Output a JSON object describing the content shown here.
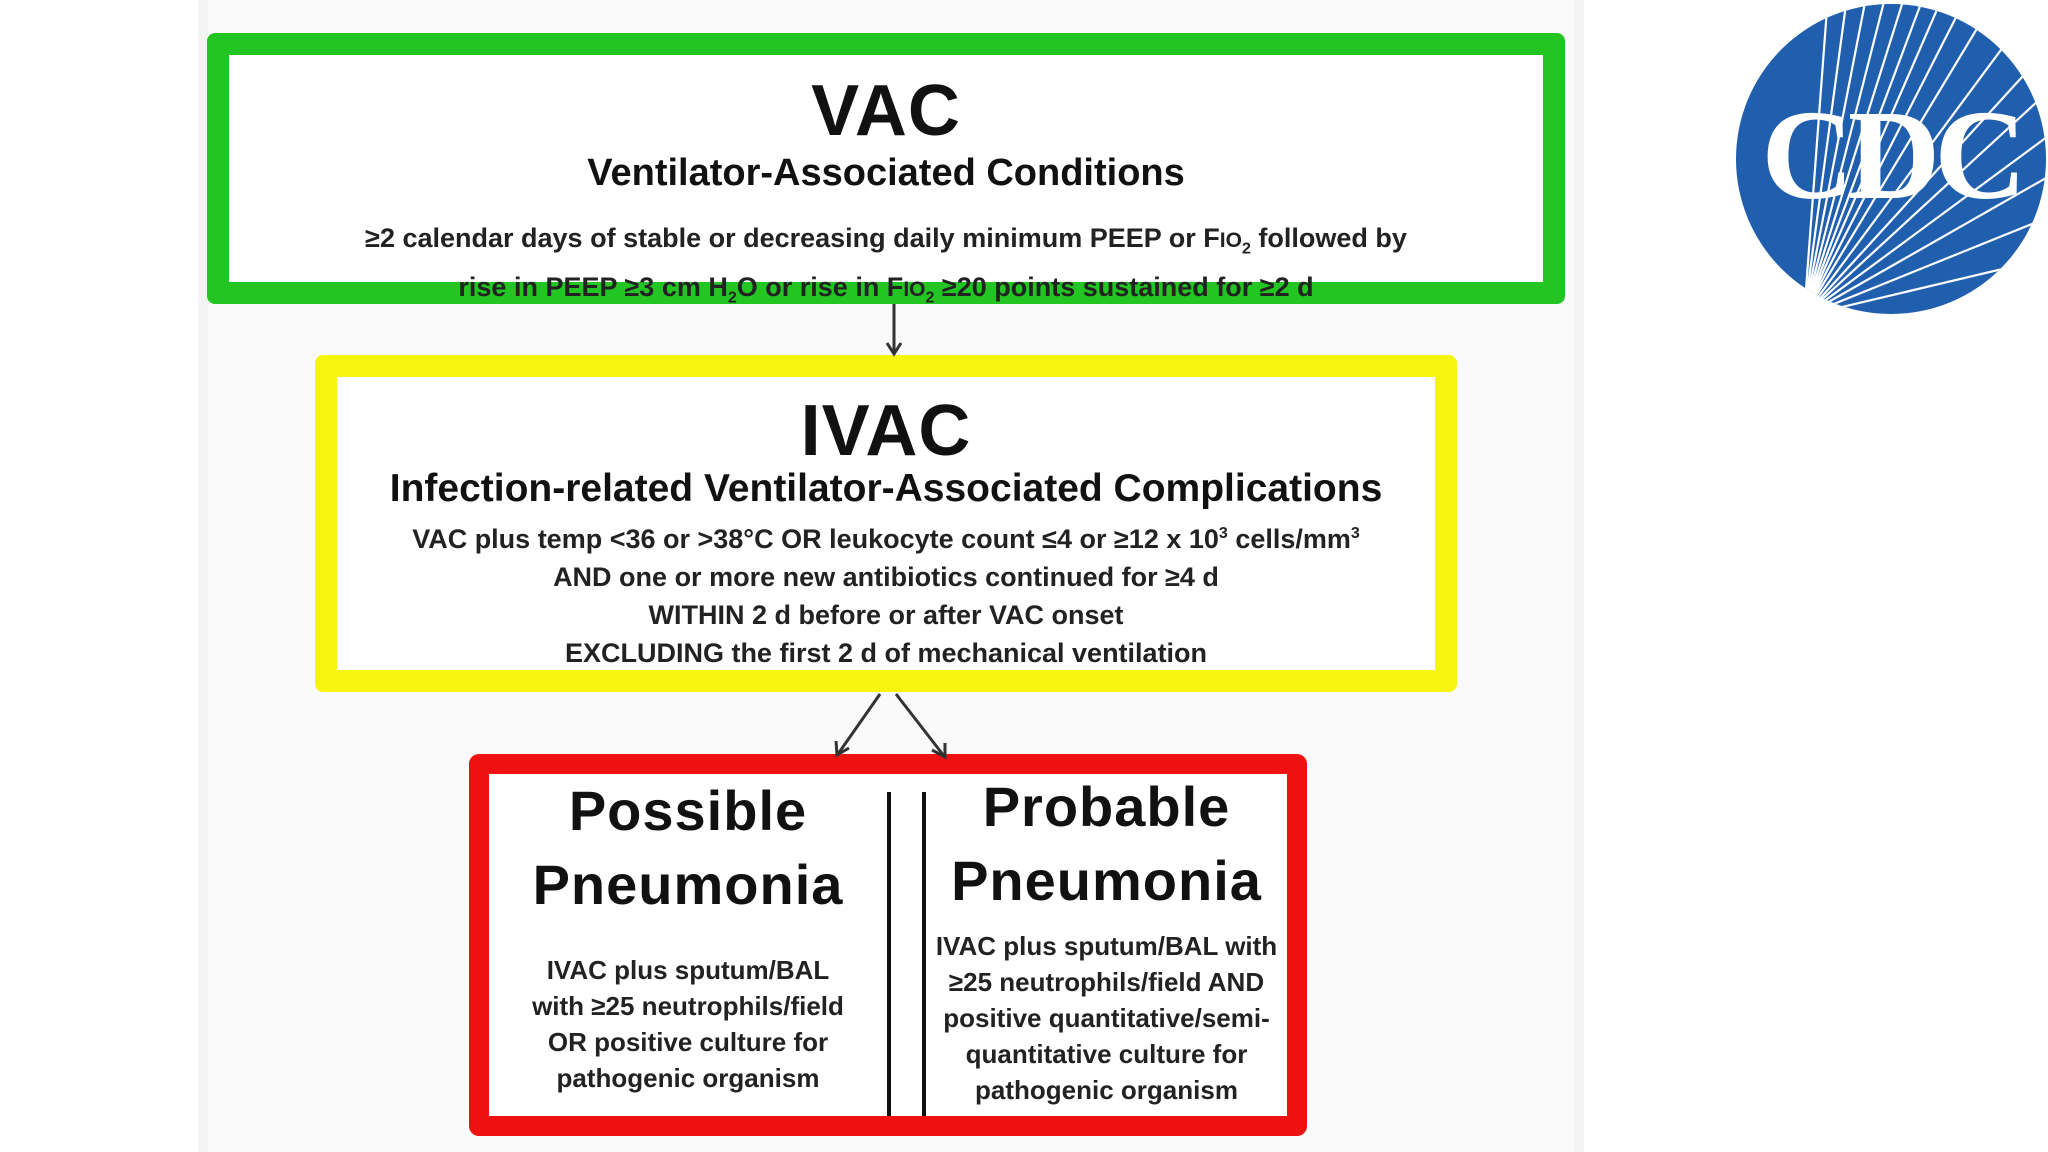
{
  "vac": {
    "title": "VAC",
    "subtitle": "Ventilator-Associated Conditions",
    "line1_a": "≥2 calendar days of stable or decreasing daily minimum PEEP or F",
    "line1_b": "IO",
    "line1_sub": "2",
    "line1_c": " followed by",
    "line2_a": "rise in PEEP ≥3 cm H",
    "line2_sub": "2",
    "line2_b": "O or rise in F",
    "line2_c": "IO",
    "line2_sub2": "2",
    "line2_d": " ≥20 points sustained for ≥2 d"
  },
  "ivac": {
    "title": "IVAC",
    "subtitle": "Infection-related Ventilator-Associated Complications",
    "line1_a": "VAC plus temp <36 or >38°C OR leukocyte count ≤4 or ≥12 x 10",
    "line1_sup": "3",
    "line1_b": " cells/mm",
    "line1_sup2": "3",
    "line2": "AND one or more new antibiotics continued for ≥4 d",
    "line3": "WITHIN 2 d before or after VAC onset",
    "line4": "EXCLUDING the first 2 d of mechanical ventilation"
  },
  "possible": {
    "title_1": "Possible",
    "title_2": "Pneumonia",
    "lines": [
      "IVAC plus sputum/BAL",
      "with ≥25 neutrophils/field",
      "OR positive culture for",
      "pathogenic organism"
    ]
  },
  "probable": {
    "title_1": "Probable",
    "title_2": "Pneumonia",
    "lines": [
      "IVAC plus sputum/BAL with",
      "≥25 neutrophils/field AND",
      "positive quantitative/semi-",
      "quantitative culture for",
      "pathogenic organism"
    ]
  },
  "logo": {
    "text": "CDC",
    "color": "#1f5fae"
  },
  "colors": {
    "vac_border": "#22c522",
    "ivac_border": "#f5f50f",
    "pneumonia_border": "#ee1111"
  }
}
